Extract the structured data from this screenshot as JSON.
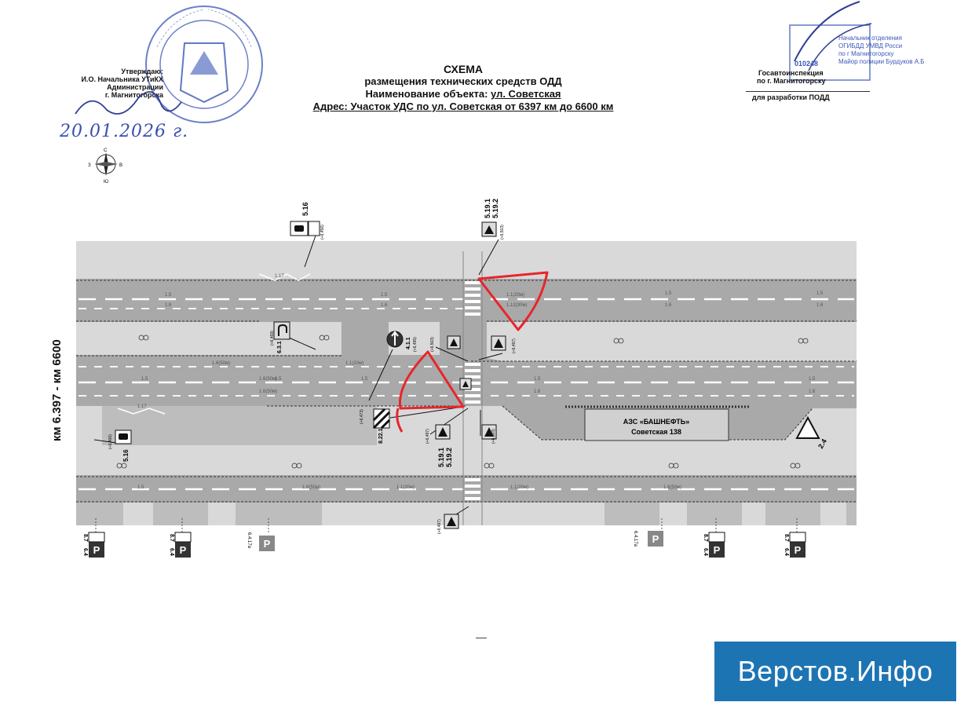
{
  "header": {
    "title": "СХЕМА",
    "line2": "размещения технических средств ОДД",
    "object_label": "Наименование объекта: ",
    "object_value": "ул. Советская",
    "address_label": "Адрес: ",
    "address_value": "Участок УДС по ул. Советская от 6397 км до 6600 км"
  },
  "approve_left": {
    "l1": "Утверждаю:",
    "l2": "И.О. Начальника УТиКХ",
    "l3": "Администрации",
    "l4": "г. Магнитогорска",
    "date": "20.01.2026 г."
  },
  "approve_right": {
    "l1": "Госавтоинспекция",
    "l2": "по г. Магнитогорску",
    "l3": "для разработки ПОДД",
    "stamp1": "Начальник отделения",
    "stamp2": "ОГИБДД УМВД Росси",
    "stamp3": "по г Магнитогорску",
    "stamp4": "Майор полиции Бурдуков А.Б",
    "stamp5": "010248"
  },
  "km_label": "км 6.397 - км 6600",
  "station": {
    "name": "АЗС «БАШНЕФТЬ»",
    "address": "Советская 138"
  },
  "signs": {
    "s516_top": "5.16",
    "s516_top_km": "(+6,456)",
    "s5191_top": "5.19.1",
    "s5192_top": "5.19.2",
    "s519_top_km": "(+6,503)",
    "s63": "6.3.1",
    "s63_km": "(+6,469)",
    "s411": "4.1.1",
    "s411_km": "(+6,495)",
    "s519_mid_km": "(+6,503)",
    "s519_right_km": "(+6,497)",
    "s8221": "8.22.1",
    "s8221_km": "(+6,473)",
    "s5191_bot": "5.19.1",
    "s5192_bot": "5.19.2",
    "s519_bot_km": "(+6,497)",
    "s519_bot_right_km": "(+6,503)",
    "s516_left": "5.16",
    "s516_left_km": "(+6,400)",
    "s24": "2.4",
    "s519_under_km": "(+6,497)",
    "p64": "6.4",
    "p87": "8.7",
    "p6417a": "6.4.17а"
  },
  "markings": {
    "m15": "1.5",
    "m16": "1.6",
    "m11": "1.1(20м)",
    "m16_50": "1.6(50м)",
    "m17": "1.17",
    "m12": "1.12(30м)"
  },
  "compass": {
    "n": "С",
    "s": "Ю",
    "w": "З",
    "e": "В"
  },
  "logo": "Верстов.Инфо"
}
